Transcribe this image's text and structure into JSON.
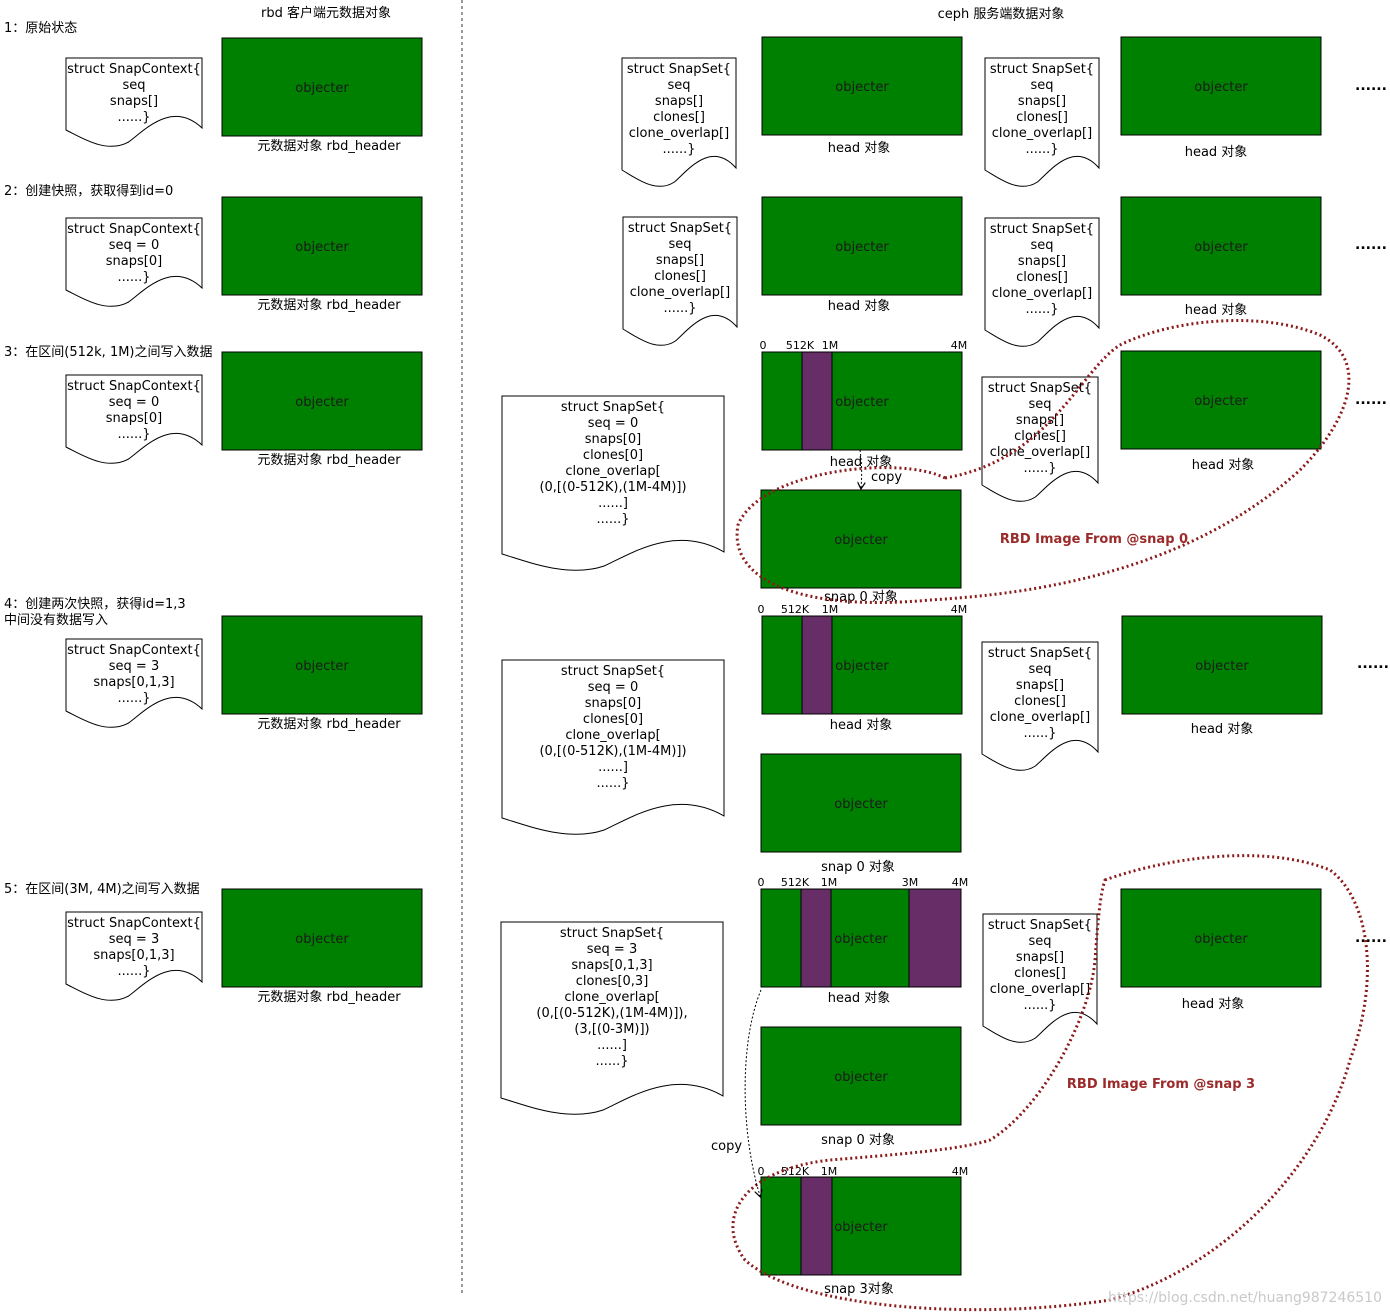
{
  "headers": {
    "client": "rbd 客户端元数据对象",
    "server": "ceph 服务端数据对象"
  },
  "steps": [
    {
      "label": "1：原始状态"
    },
    {
      "label": "2：创建快照，获取得到id=0"
    },
    {
      "label": "3：在区间(512k, 1M)之间写入数据"
    },
    {
      "label": "4：创建两次快照，获得id=1,3",
      "label2": "中间没有数据写入"
    },
    {
      "label": "5：在区间(3M, 4M)之间写入数据"
    }
  ],
  "object_label": "objecter",
  "rbd_header_caption": "元数据对象 rbd_header",
  "head_caption": "head 对象",
  "snap0_caption": "snap 0 对象",
  "snap3_caption": "snap 3对象",
  "snapcontexts": [
    [
      "struct SnapContext{",
      "seq",
      "snaps[]",
      "......}"
    ],
    [
      "struct SnapContext{",
      "seq = 0",
      "snaps[0]",
      "......}"
    ],
    [
      "struct SnapContext{",
      "seq = 0",
      "snaps[0]",
      "......}"
    ],
    [
      "struct SnapContext{",
      "seq = 3",
      "snaps[0,1,3]",
      "......}"
    ],
    [
      "struct SnapContext{",
      "seq = 3",
      "snaps[0,1,3]",
      "......}"
    ]
  ],
  "snapset_empty": [
    "struct SnapSet{",
    "seq",
    "snaps[]",
    "clones[]",
    "clone_overlap[]",
    "......}"
  ],
  "snapset_big": [
    [
      "struct SnapSet{",
      "seq = 0",
      "snaps[0]",
      "clones[0]",
      "clone_overlap[",
      "(0,[(0-512K),(1M-4M)])",
      "......]",
      "......}"
    ],
    [
      "struct SnapSet{",
      "seq = 0",
      "snaps[0]",
      "clones[0]",
      "clone_overlap[",
      "(0,[(0-512K),(1M-4M)])",
      "......]",
      "......}"
    ],
    [
      "struct SnapSet{",
      "seq = 3",
      "snaps[0,1,3]",
      "clones[0,3]",
      "clone_overlap[",
      "(0,[(0-512K),(1M-4M)]),",
      "(3,[(0-3M)])",
      "......]",
      "......}"
    ]
  ],
  "ticks": {
    "zero": "0",
    "k512": "512K",
    "m1": "1M",
    "m3": "3M",
    "m4": "4M"
  },
  "copy_label": "copy",
  "ellipsis": "......",
  "rbd_from_snap0": "RBD Image From @snap 0",
  "rbd_from_snap3": "RBD Image From @snap 3",
  "watermark": "https://blog.csdn.net/huang987246510"
}
